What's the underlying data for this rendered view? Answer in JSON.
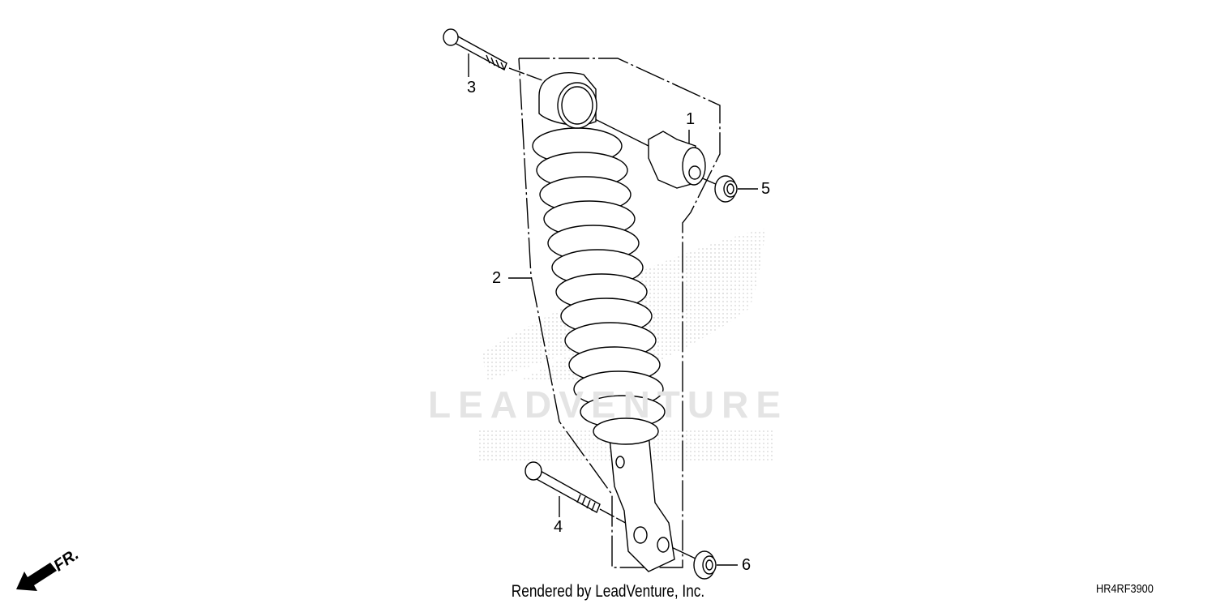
{
  "diagram": {
    "callouts": [
      "1",
      "2",
      "3",
      "4",
      "5",
      "6"
    ],
    "direction_label": "FR.",
    "watermark": "LEADVENTURE",
    "footer_credit": "Rendered by LeadVenture, Inc.",
    "diagram_code": "HR4RF3900",
    "line_color": "#000000",
    "watermark_color": "#e4e4e4"
  }
}
